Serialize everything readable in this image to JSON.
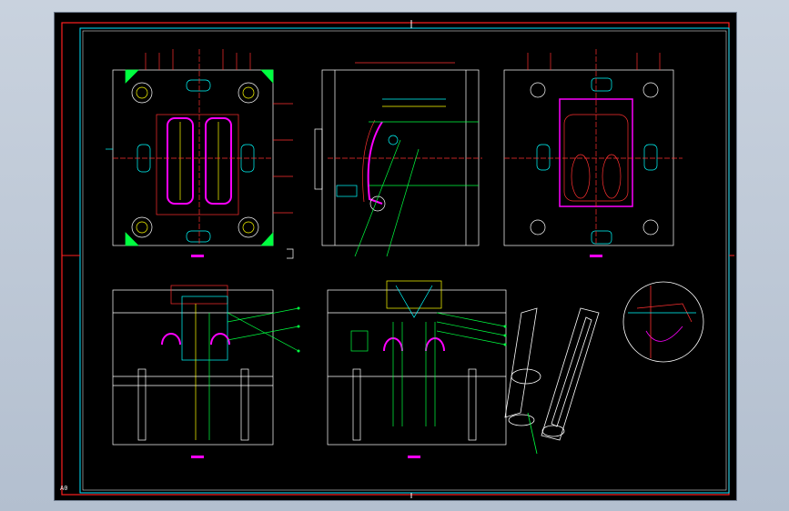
{
  "sheet": {
    "size_label": "A0",
    "background": "#000000",
    "colors": {
      "frame_red": "#ff2020",
      "frame_cyan": "#00e5ff",
      "frame_white": "#ffffff",
      "green": "#00ff40",
      "yellow": "#ffff00",
      "magenta": "#ff00ff",
      "cyan": "#00ffff",
      "red": "#ff3030"
    }
  },
  "views": [
    {
      "id": "view-top-left",
      "kind": "plan"
    },
    {
      "id": "view-top-middle",
      "kind": "side-section"
    },
    {
      "id": "view-top-right",
      "kind": "plan"
    },
    {
      "id": "view-bottom-left",
      "kind": "front-section"
    },
    {
      "id": "view-bottom-middle",
      "kind": "front-section"
    },
    {
      "id": "view-parts-3d",
      "kind": "isometric-parts"
    },
    {
      "id": "view-detail-circle",
      "kind": "detail"
    }
  ]
}
